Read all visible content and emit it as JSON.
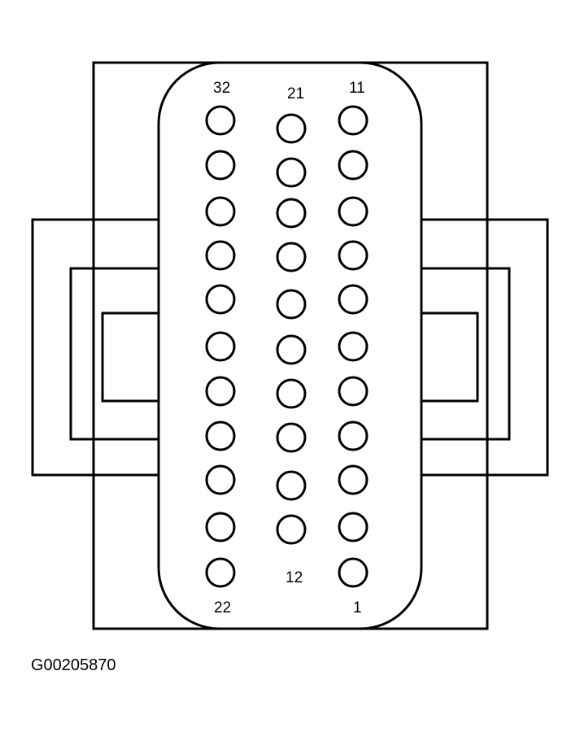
{
  "connector": {
    "pin_labels": {
      "top_left": "32",
      "top_middle": "21",
      "top_right": "11",
      "bottom_left": "22",
      "bottom_middle": "12",
      "bottom_right": "1"
    },
    "columns": [
      {
        "name": "left",
        "pin_count": 11
      },
      {
        "name": "middle",
        "pin_count": 10
      },
      {
        "name": "right",
        "pin_count": 11
      }
    ]
  },
  "figure_code": "G00205870"
}
